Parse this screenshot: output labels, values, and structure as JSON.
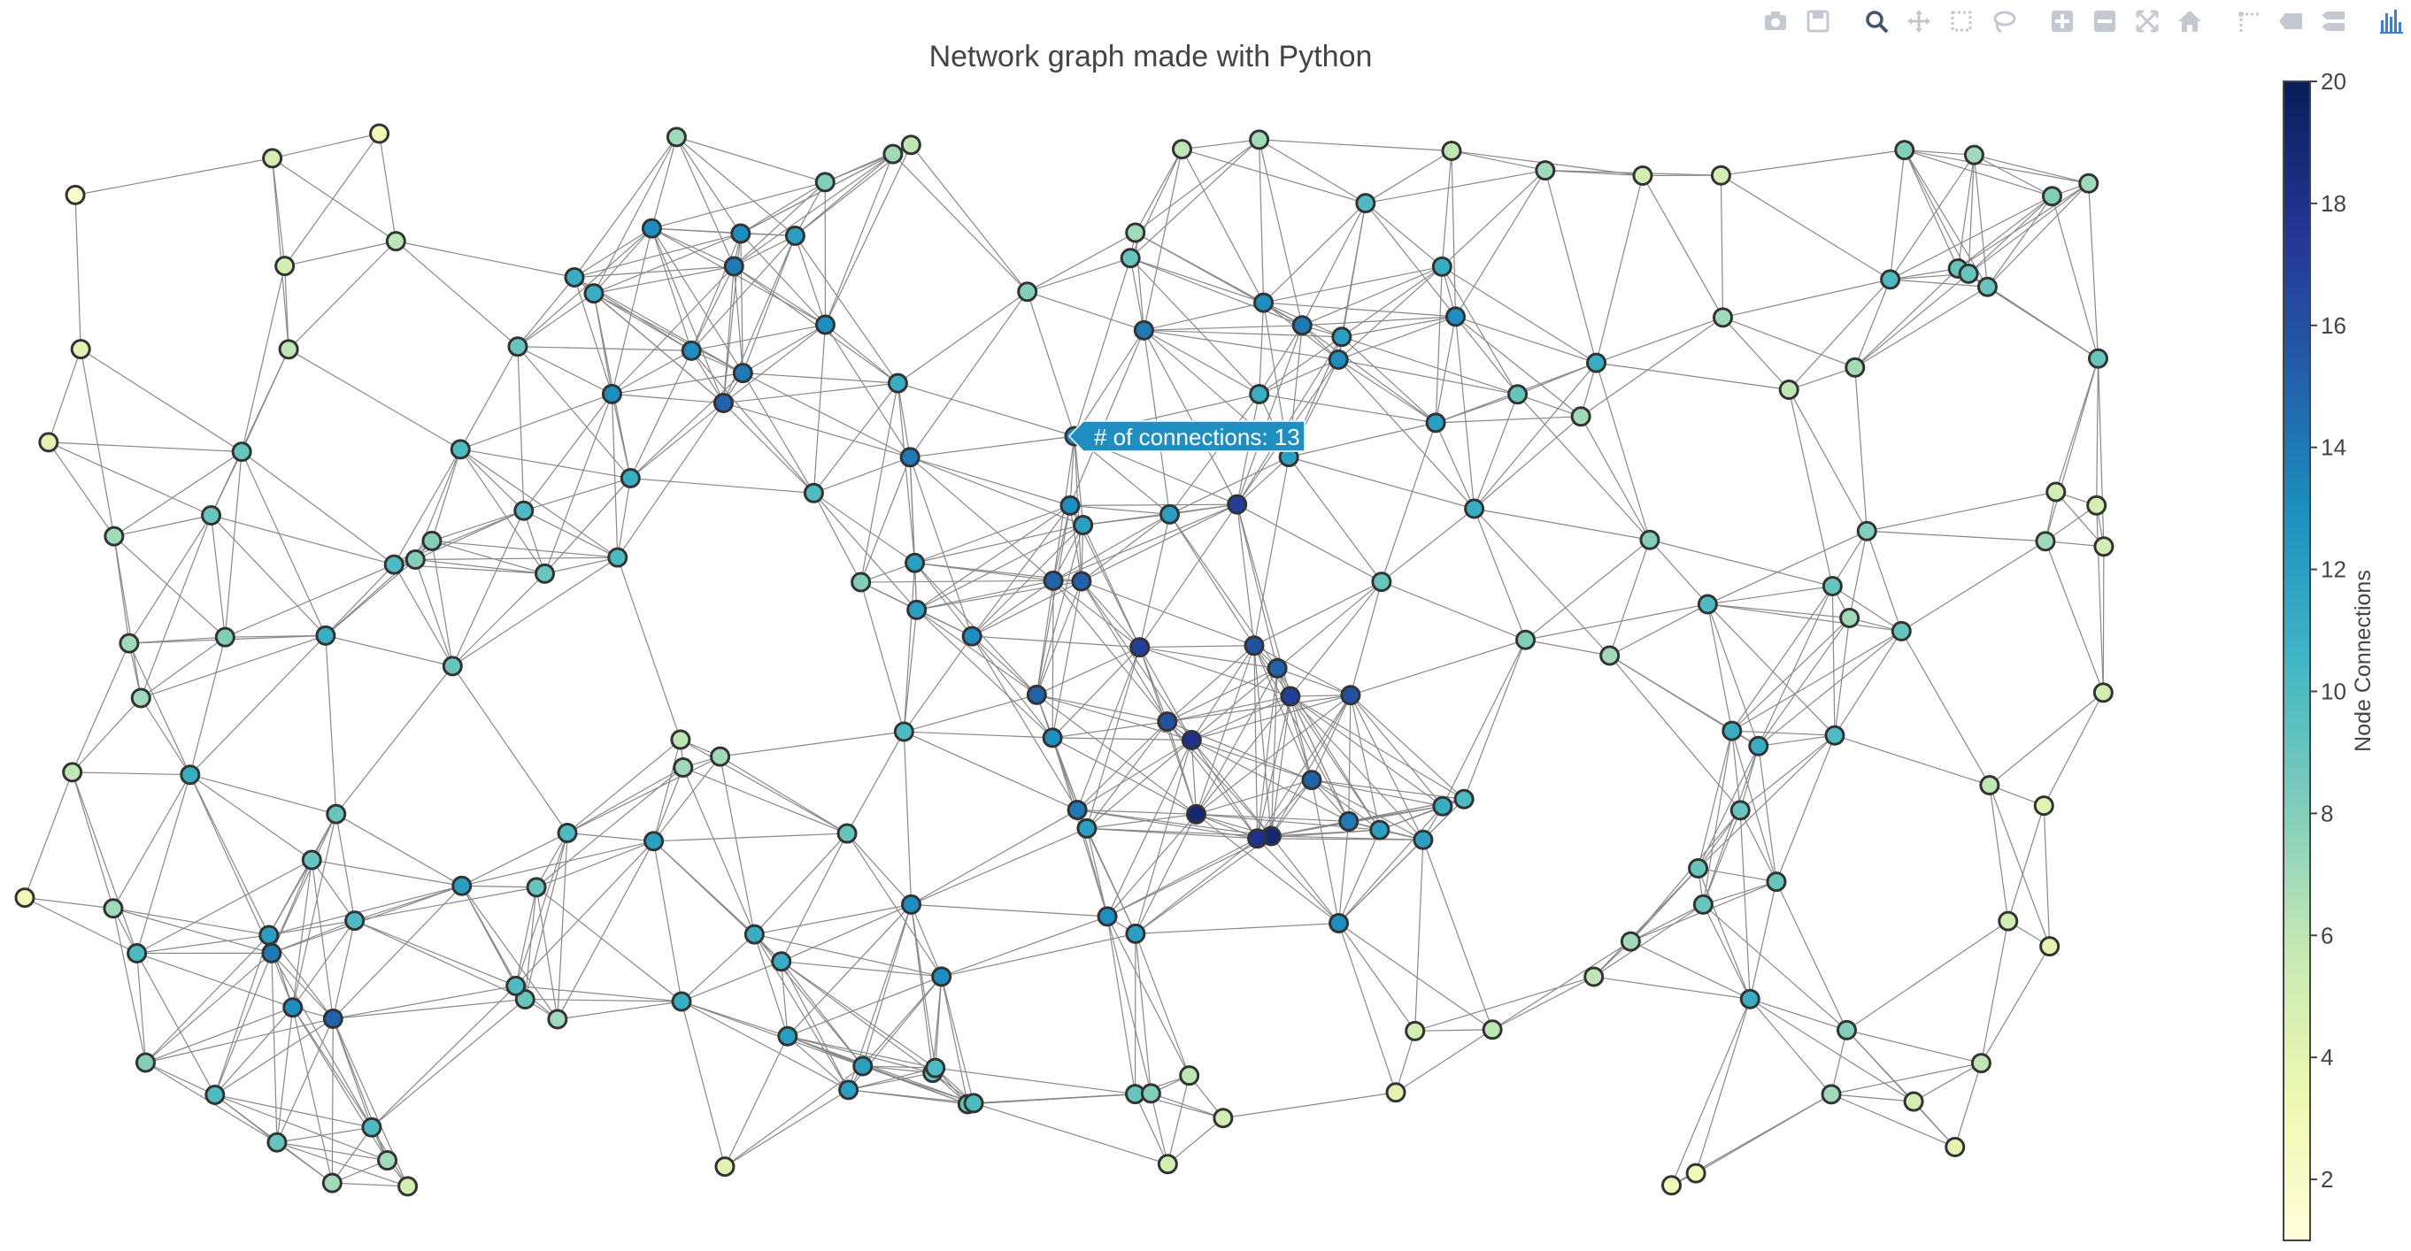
{
  "modebar": {
    "buttons": [
      {
        "name": "camera-icon",
        "group": 1
      },
      {
        "name": "save-icon",
        "group": 1
      },
      {
        "name": "zoom-icon",
        "group": 2,
        "active": true
      },
      {
        "name": "pan-icon",
        "group": 2
      },
      {
        "name": "box-select-icon",
        "group": 2
      },
      {
        "name": "lasso-select-icon",
        "group": 2
      },
      {
        "name": "zoom-in-icon",
        "group": 3
      },
      {
        "name": "zoom-out-icon",
        "group": 3
      },
      {
        "name": "autoscale-icon",
        "group": 3
      },
      {
        "name": "reset-axes-icon",
        "group": 3
      },
      {
        "name": "spike-lines-icon",
        "group": 4
      },
      {
        "name": "hover-closest-icon",
        "group": 4
      },
      {
        "name": "hover-compare-icon",
        "group": 4
      },
      {
        "name": "plotly-logo-icon",
        "group": 5
      }
    ]
  },
  "chart_data": {
    "type": "scatter",
    "subtype": "network-graph",
    "title": "Network graph made with Python",
    "xlabel": "",
    "ylabel": "",
    "show_axes": false,
    "grid": false,
    "colorbar": {
      "title": "Node Connections",
      "colorscale": "YlGnBu",
      "min": 1,
      "max": 20,
      "ticks": [
        2,
        4,
        6,
        8,
        10,
        12,
        14,
        16,
        18,
        20
      ],
      "tick_labels": [
        "2",
        "4",
        "6",
        "8",
        "10",
        "12",
        "14",
        "16",
        "18",
        "20"
      ]
    },
    "hover": {
      "text": "# of connections: 13",
      "node_index": 0
    },
    "node_count": 200,
    "edge_count": 600,
    "node_style": {
      "line_color": "#333333"
    },
    "edge_color": "#888888",
    "colors": {
      "low": "#ffffd9",
      "high": "#081d58"
    }
  }
}
